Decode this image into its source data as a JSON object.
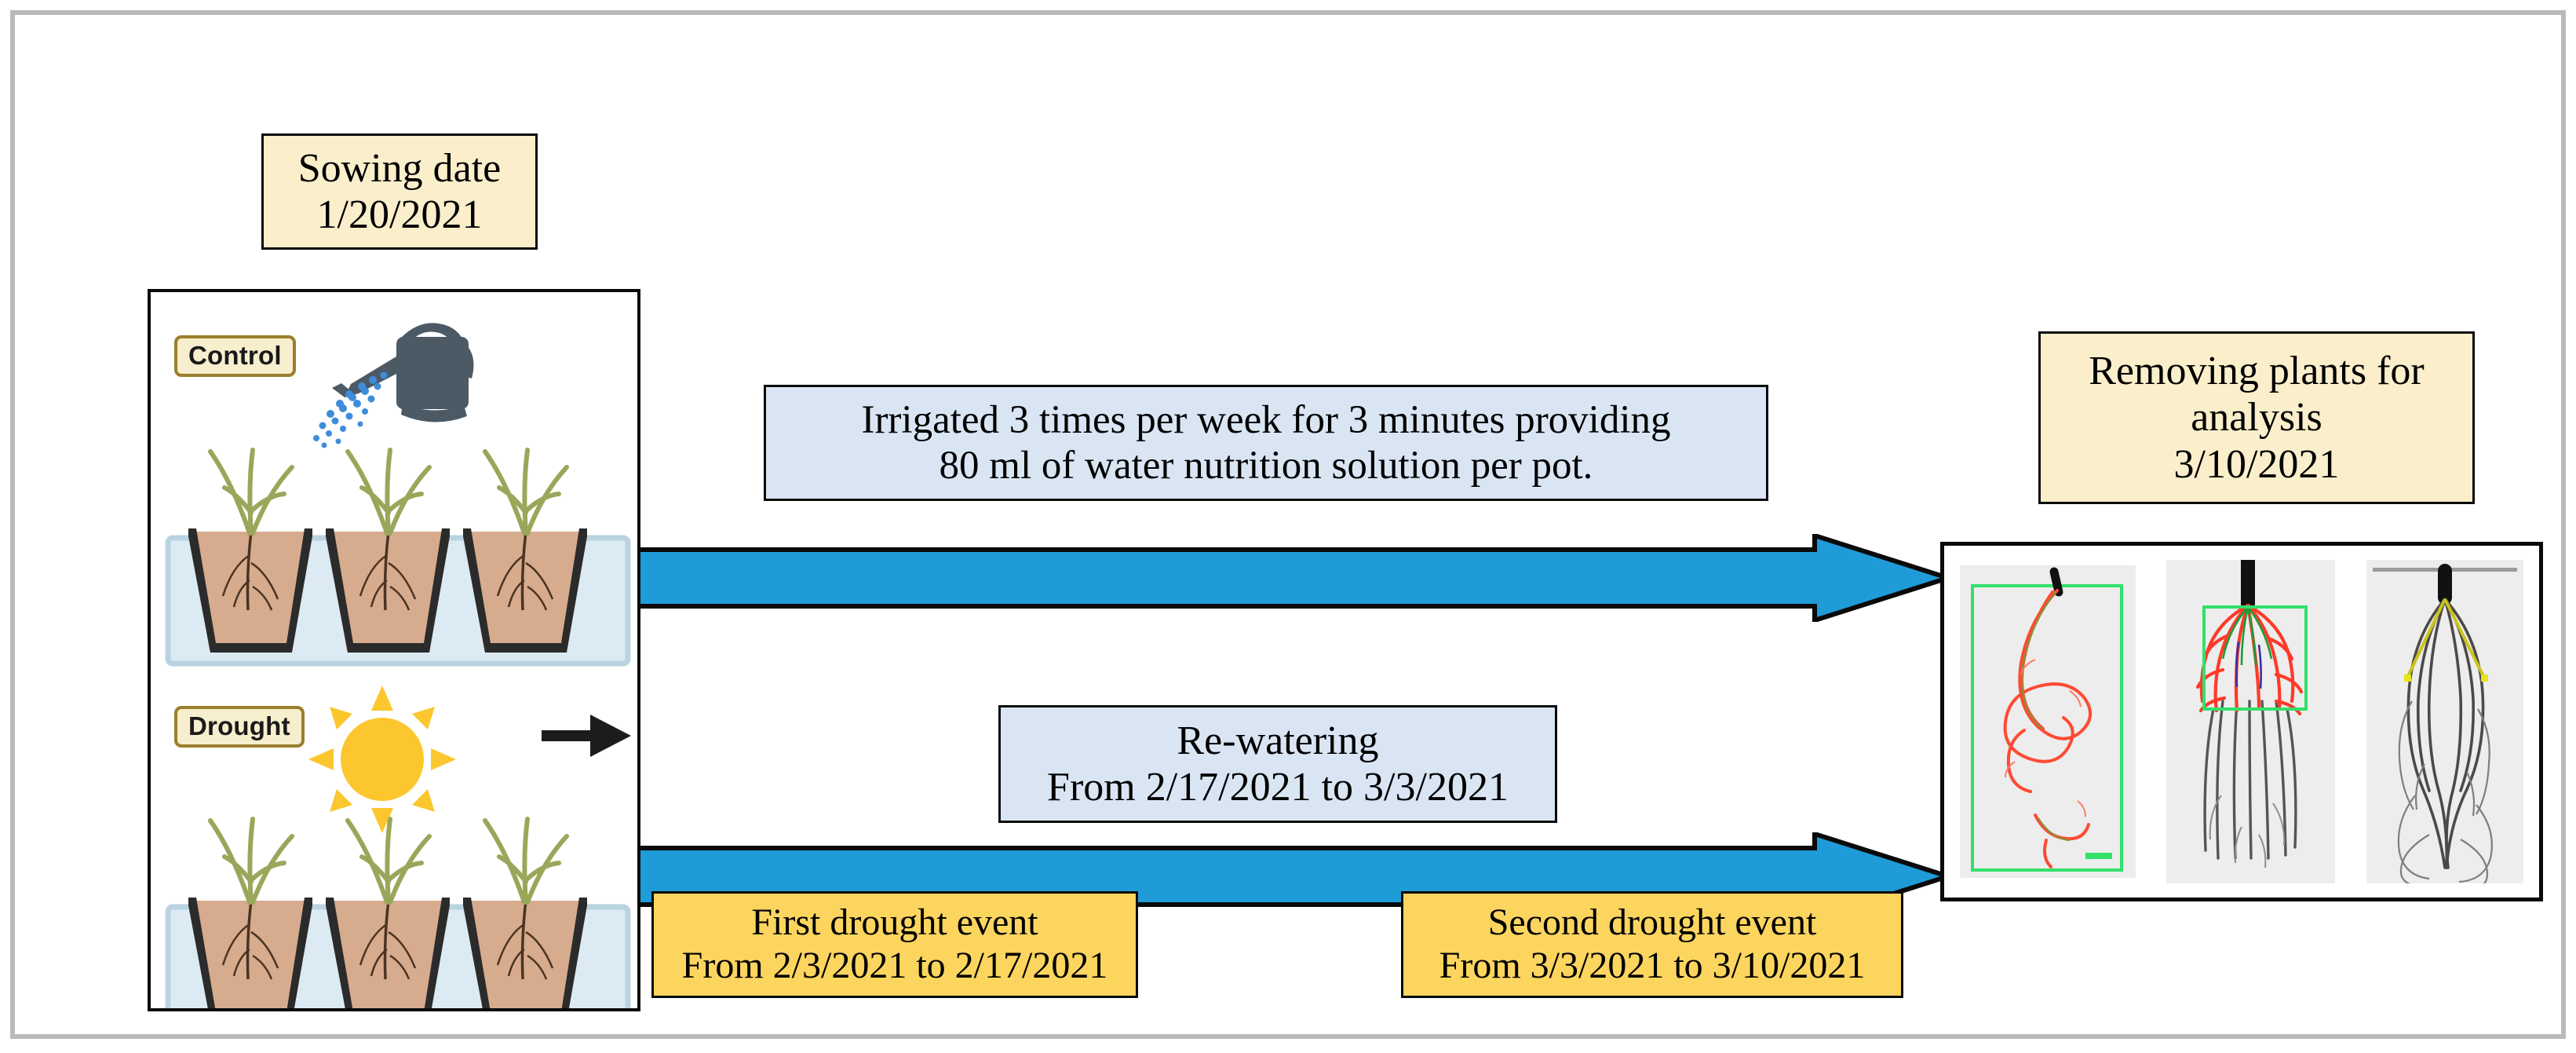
{
  "figure": {
    "title": "Drought experiment timeline",
    "frame_color": "#b9b9b9"
  },
  "timeline_boxes": {
    "sowing": {
      "label": "Sowing date\n1/20/2021",
      "fill": "#fbeecb"
    },
    "irrigation": {
      "label": "Irrigated 3 times per week for 3 minutes providing\n80 ml of water nutrition solution per pot.",
      "fill": "#d9e5f3"
    },
    "rewatering": {
      "label": "Re-watering\nFrom 2/17/2021 to 3/3/2021",
      "fill": "#d9e5f3"
    },
    "first_drought": {
      "label": "First drought event\nFrom 2/3/2021 to 2/17/2021",
      "fill": "#fcd55f"
    },
    "second_drought": {
      "label": "Second drought event\nFrom 3/3/2021 to 3/10/2021",
      "fill": "#fcd55f"
    },
    "removing": {
      "label": "Removing plants for\nanalysis\n3/10/2021",
      "fill": "#fbeecb"
    }
  },
  "plant_panel": {
    "control_tag": "Control",
    "drought_tag": "Drought",
    "icons": {
      "watering_can": "watering-can-icon",
      "sun": "sun-icon",
      "transition_arrow": "black-arrow-icon",
      "pots": "pots-in-water-tray-icon"
    },
    "pot_count_per_row": 3
  },
  "arrows": {
    "color": "#1f9bd8",
    "outline": "#0a0a0a",
    "top_name": "control-treatment-arrow",
    "bottom_name": "drought-treatment-arrow"
  },
  "root_panel": {
    "scan_1": "root-scan-traced-red",
    "scan_2": "root-scan-red-and-gray",
    "scan_3": "root-scan-gray-with-angle",
    "bbox_color": "#32e06a",
    "trace_color": "#ff3a28",
    "angle_color": "#c9c41a"
  }
}
